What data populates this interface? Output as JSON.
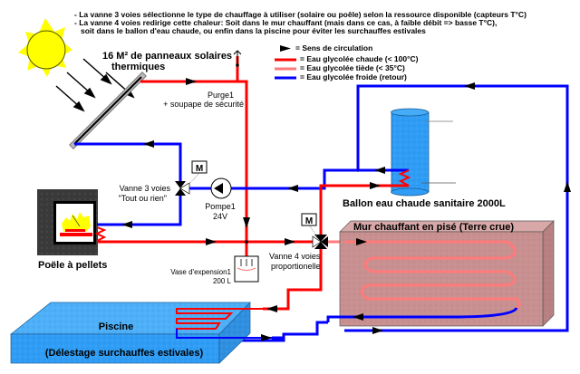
{
  "notes": [
    "- La vanne 3 voies sélectionne le type de chauffage à utiliser (solaire ou poêle) selon la ressource disponible (capteurs T°C)",
    "- La vanne 4 voies redirige cette chaleur: Soit dans le mur chauffant (mais dans ce cas, à faible débit => basse T°C),",
    "soit dans le ballon d'eau chaude, ou enfin dans la piscine pour éviter les surchauffes estivales"
  ],
  "legend": {
    "items": [
      {
        "symbol": "arrow",
        "label": "= Sens de circulation"
      },
      {
        "symbol": "line",
        "color": "#ff0000",
        "label": "= Eau glycolée chaude (< 100°C)"
      },
      {
        "symbol": "line",
        "color": "#ff7a7a",
        "label": "= Eau glycolée tiède (< 35°C)"
      },
      {
        "symbol": "line",
        "color": "#0000ff",
        "label": "= Eau glycolée froide (retour)"
      }
    ]
  },
  "components": {
    "solar_panels": {
      "line1": "16 M² de panneaux solaires",
      "line2": "thermiques"
    },
    "purge": {
      "line1": "Purge1",
      "line2": "+ soupape de sécurité"
    },
    "valve3": {
      "line1": "Vanne 3 voies",
      "line2": "\"Tout ou rien\"",
      "motor": "M"
    },
    "pump": {
      "line1": "Pompe1",
      "line2": "24V"
    },
    "stove": {
      "label": "Poële à pellets"
    },
    "expansion": {
      "line1": "Vase d'expension1",
      "line2": "200 L"
    },
    "valve4": {
      "line1": "Vanne 4 voies",
      "line2": "proportionelle",
      "motor": "M"
    },
    "tank": {
      "label": "Ballon eau chaude sanitaire 2000L"
    },
    "wall": {
      "label": "Mur chauffant en pisé (Terre crue)"
    },
    "pool": {
      "line1": "Piscine",
      "line2": "(Délestage surchauffes estivales)"
    }
  },
  "colors": {
    "hot": "#ff0000",
    "warm": "#ff7a7a",
    "cold": "#0000ff",
    "sun": "#ffff00",
    "tank": "#2f9df5",
    "pool": "#2f9df5",
    "wall": "#c89090",
    "stove": "#3a3a3a"
  }
}
